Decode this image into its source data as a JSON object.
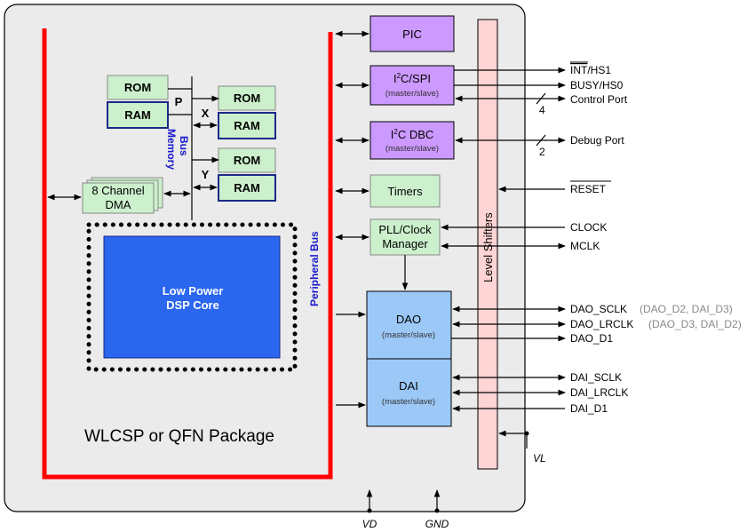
{
  "package_label": "WLCSP or QFN Package",
  "memory_bus_label": [
    "Memory",
    "Bus"
  ],
  "peripheral_bus_label": "Peripheral Bus",
  "bus_taps": {
    "p": "P",
    "x": "X",
    "y": "Y"
  },
  "memories": {
    "rom": "ROM",
    "ram": "RAM"
  },
  "dma": {
    "line1": "8 Channel",
    "line2": "DMA"
  },
  "core": {
    "line1": "Low Power",
    "line2": "DSP Core"
  },
  "pic": "PIC",
  "i2c_spi": {
    "pre": "I",
    "sup": "2",
    "post": "C/SPI",
    "sub": "(master/slave)"
  },
  "i2c_dbc": {
    "pre": "I",
    "sup": "2",
    "post": "C DBC",
    "sub": "(master/slave)"
  },
  "timers": "Timers",
  "pll": {
    "line1": "PLL/Clock",
    "line2": "Manager"
  },
  "dao": {
    "title": "DAO",
    "sub": "(master/slave)"
  },
  "dai": {
    "title": "DAI",
    "sub": "(master/slave)"
  },
  "level_shifters": "Level Shifters",
  "pins": {
    "int_over": "INT",
    "int_rest": "/HS1",
    "busy": "BUSY/HS0",
    "control_port": "Control Port",
    "control_width": "4",
    "debug_port": "Debug Port",
    "debug_width": "2",
    "reset": "RESET",
    "clock": "CLOCK",
    "mclk": "MCLK",
    "dao_sclk": "DAO_SCLK",
    "dao_sclk_alt": "(DAO_D2, DAI_D3)",
    "dao_lrclk": "DAO_LRCLK",
    "dao_lrclk_alt": "(DAO_D3, DAI_D2)",
    "dao_d1": "DAO_D1",
    "dai_sclk": "DAI_SCLK",
    "dai_lrclk": "DAI_LRCLK",
    "dai_d1": "DAI_D1"
  },
  "supplies": {
    "vl": "VL",
    "vd": "VD",
    "gnd": "GND"
  },
  "colors": {
    "package_fill": "#ebebeb",
    "bus_red": "#ff0000",
    "memory_green": "#ccf0cc",
    "purple_block": "#cc99ff",
    "blue_block": "#9cc8f8",
    "core_blue": "#2a66ee",
    "level_pink": "#ffd4d4",
    "bus_label_blue": "#1a1acc"
  }
}
